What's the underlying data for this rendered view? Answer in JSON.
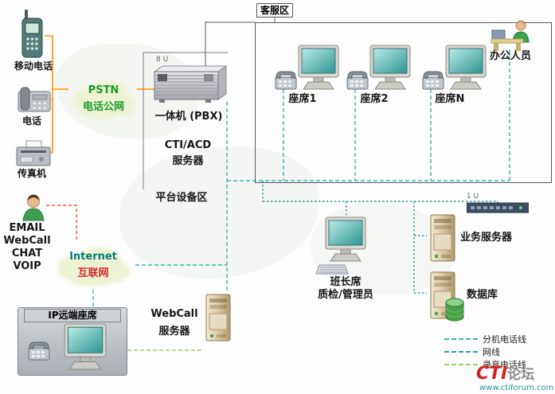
{
  "colors": {
    "pstn_line": "#ff9100",
    "internet_line": "#ff4a4a",
    "ext_phone_line": "#38b2ae",
    "network_line": "#2f9b9b",
    "recording_line": "#9ccf6d"
  },
  "service_area": {
    "label": "客服区",
    "agents": [
      {
        "label": "座席1"
      },
      {
        "label": "座席2"
      },
      {
        "label": "座席N"
      }
    ],
    "office_staff_label": "办公人员"
  },
  "platform": {
    "pbx_units": "8 U",
    "pbx_label": "一体机 (PBX)",
    "cti_line1": "CTI/ACD",
    "cti_line2": "服务器",
    "area_label": "平台设备区"
  },
  "access_devices": {
    "mobile_label": "移动电话",
    "phone_label": "电话",
    "fax_label": "传真机",
    "channels": [
      "EMAIL",
      "WebCall",
      "CHAT",
      "VOIP"
    ],
    "remote_seat_label": "IP远端座席"
  },
  "clouds": {
    "pstn": {
      "title": "PSTN",
      "subtitle": "电话公网"
    },
    "internet": {
      "title": "Internet",
      "subtitle": "互联网"
    }
  },
  "supervisor": {
    "line1": "班长席",
    "line2": "质检/管理员"
  },
  "backend": {
    "rack_units": "1 U",
    "business_server_label": "业务服务器",
    "database_label": "数据库",
    "webcall_line1": "WebCall",
    "webcall_line2": "服务器"
  },
  "legend": {
    "items": [
      {
        "label": "分机电话线"
      },
      {
        "label": "网线"
      },
      {
        "label": "录音电话线"
      }
    ]
  },
  "branding": {
    "cti": "CTI",
    "forum": "论坛",
    "url": "www.ctiforum.com"
  }
}
